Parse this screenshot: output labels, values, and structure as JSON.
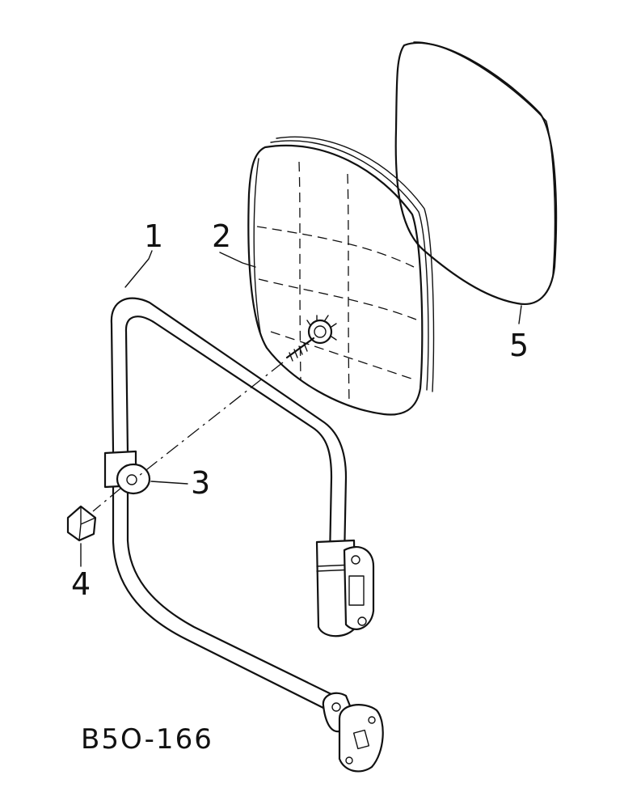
{
  "callouts": {
    "c1": "1",
    "c2": "2",
    "c3": "3",
    "c4": "4",
    "c5": "5"
  },
  "drawing_code": "B5O-166"
}
